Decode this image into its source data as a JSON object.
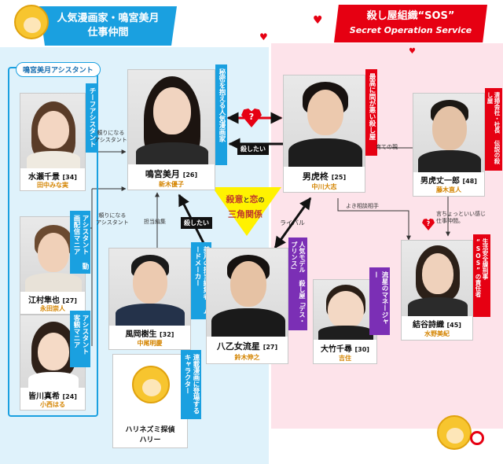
{
  "banners": {
    "left": {
      "line1": "人気漫画家・鳴宮美月",
      "line2": "仕事仲間"
    },
    "right": {
      "line1": "殺し屋組織“SOS”",
      "line2": "Secret Operation Service"
    }
  },
  "group_label": "鳴宮美月アシスタント",
  "characters": {
    "mizuse": {
      "name": "水瀬千景",
      "age": "[34]",
      "actor": "田中みな実",
      "tag": "チーフアシスタント"
    },
    "narumiya": {
      "name": "鳴宮美月",
      "age": "[26]",
      "actor": "新木優子",
      "tag": "秘密を抱える人気漫画家"
    },
    "otora": {
      "name": "男虎柊",
      "age": "[25]",
      "actor": "中川大志",
      "tag": "最高に間が悪い殺し屋"
    },
    "otora_bunichiro": {
      "name": "男虎丈一郎",
      "age": "[48]",
      "actor": "藤木直人",
      "tag": "清掃会社・社長 伝説の殺し屋"
    },
    "emura": {
      "name": "江村隼也",
      "age": "[27]",
      "actor": "永田崇人",
      "tag": "アシスタント 動画配信マニア"
    },
    "kazaoka": {
      "name": "風岡樹生",
      "age": "[32]",
      "actor": "中尾明慶",
      "tag": "美月の担当編集者 ムードメーカー"
    },
    "yaotome": {
      "name": "八乙女流星",
      "age": "[27]",
      "actor": "鈴木伸之",
      "tag": "人気モデル 殺し屋「デス・プリンス」"
    },
    "otake": {
      "name": "大竹千尋",
      "age": "[30]",
      "actor": "吉住",
      "tag": "流星のマネージャー"
    },
    "yuki": {
      "name": "結谷詩織",
      "age": "[45]",
      "actor": "水野美紀",
      "tag": "生活安全課刑事 “SOS”の責任者"
    },
    "minaide": {
      "name": "皆川真希",
      "age": "[24]",
      "actor": "小西はる",
      "tag": "アシスタント 客観マニア"
    },
    "harry": {
      "name": "ハリネズミ探偵",
      "sub": "ハリー",
      "tag": "連載漫画に登場する キャラクター"
    }
  },
  "relations": {
    "depend1": "頼りになる\nアシスタント",
    "depend2": "頼りになる\nアシスタント",
    "editor": "担当編集",
    "kill1": "殺したい",
    "kill2": "殺したい",
    "rival": "ライバル",
    "father": "育ての親",
    "consult": "よき相談相手",
    "tired": "言ちょっといい感じ\n仕事仲間。"
  },
  "triangle": {
    "w1": "殺意",
    "and": "と",
    "w2": "恋",
    "no": "の",
    "w3": "三角関係"
  },
  "question_mark": "?"
}
